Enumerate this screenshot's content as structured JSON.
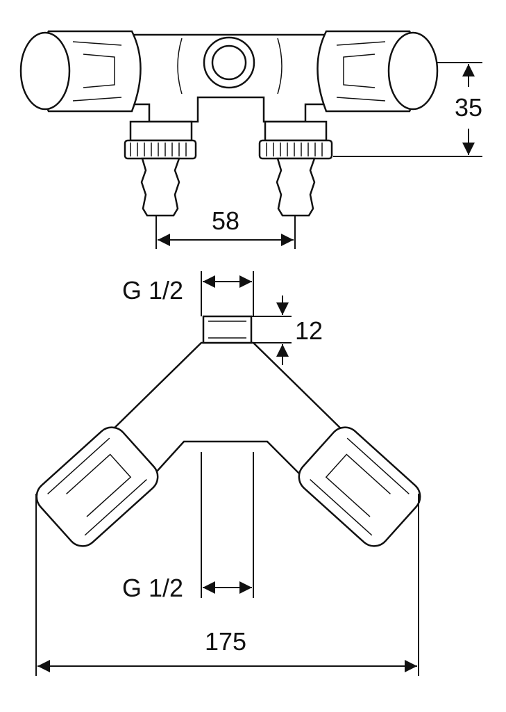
{
  "drawing": {
    "top_view": {
      "height_dimension": "35",
      "outlet_spacing_dimension": "58"
    },
    "bottom_view": {
      "inlet_thread_label": "G 1/2",
      "inlet_length_dimension": "12",
      "outlet_thread_label": "G 1/2",
      "overall_width_dimension": "175"
    }
  }
}
